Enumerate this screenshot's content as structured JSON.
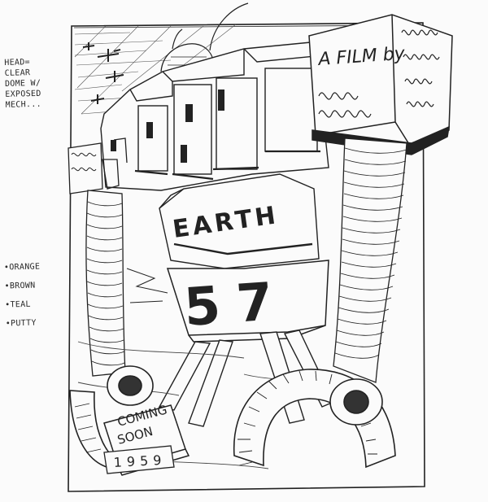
{
  "margin_notes": {
    "head_note_lines": [
      "HEAD=",
      "CLEAR",
      "DOME W/",
      "EXPOSED",
      "MECH..."
    ],
    "colors": [
      "ORANGE",
      "BROWN",
      "TEAL",
      "PUTTY"
    ]
  },
  "poster": {
    "billboard_text": "A FILM by",
    "title_letters": "ROBO",
    "title_city": "EARTH",
    "year_numbers": "57",
    "coming_soon_lines": [
      "COMING",
      "SOON"
    ],
    "year": "1959"
  },
  "colors": {
    "ink": "#222222",
    "paper": "#fbfbfb"
  }
}
